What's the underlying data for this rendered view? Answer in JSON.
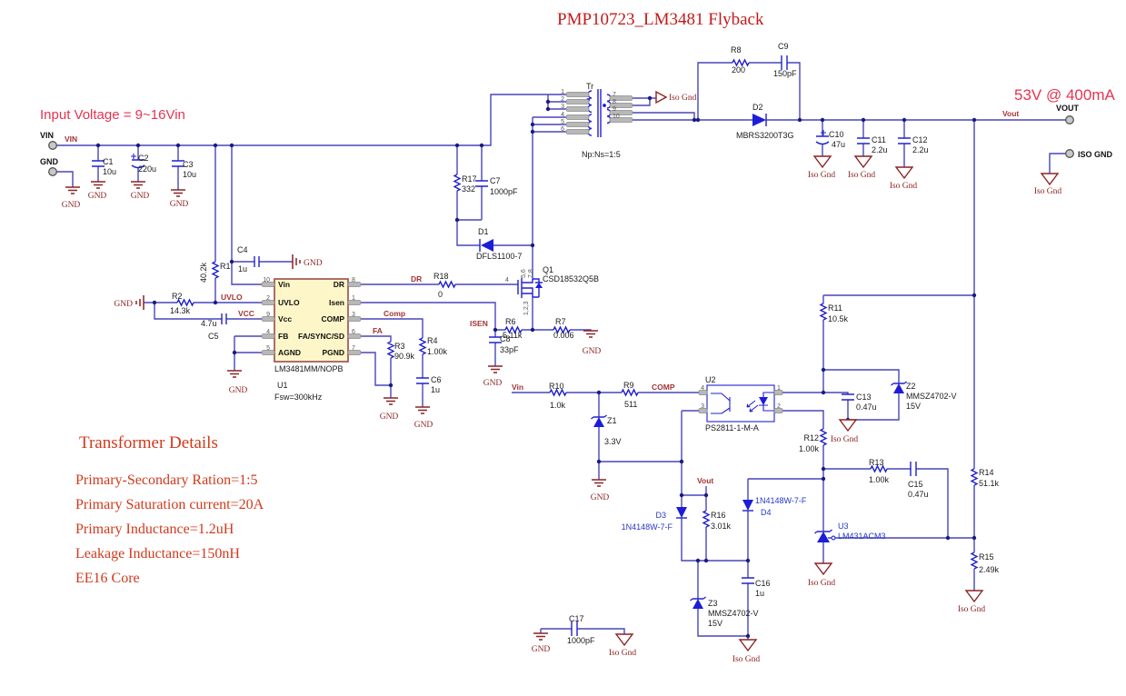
{
  "title": "PMP10723_LM3481 Flyback",
  "notes": {
    "input": "Input Voltage = 9~16Vin",
    "output": "53V @ 400mA",
    "details_heading": "Transformer Details",
    "details": [
      "Primary-Secondary Ration=1:5",
      "Primary Saturation current=20A",
      "Primary Inductance=1.2uH",
      "Leakage Inductance=150nH",
      "EE16 Core"
    ]
  },
  "terminals": {
    "vin": "VIN",
    "gnd": "GND",
    "vout": "VOUT",
    "iso_gnd": "ISO GND"
  },
  "nets": {
    "vin": "VIN",
    "uvlo": "UVLO",
    "vcc": "VCC",
    "comp": "Comp",
    "fa": "FA",
    "dr": "DR",
    "isen": "ISEN",
    "vin_lower": "Vin",
    "comp_upper": "COMP",
    "vout_lower": "Vout"
  },
  "gnd_label": "GND",
  "iso_gnd_label": "Iso Gnd",
  "u1": {
    "ref": "U1",
    "part": "LM3481MM/NOPB",
    "freq": "Fsw=300kHz",
    "left_pins": [
      {
        "n": "10",
        "name": "Vin"
      },
      {
        "n": "2",
        "name": "UVLO"
      },
      {
        "n": "9",
        "name": "Vcc"
      },
      {
        "n": "4",
        "name": "FB"
      },
      {
        "n": "5",
        "name": "AGND"
      }
    ],
    "right_pins": [
      {
        "n": "8",
        "name": "DR"
      },
      {
        "n": "1",
        "name": "Isen"
      },
      {
        "n": "3",
        "name": "COMP"
      },
      {
        "n": "6",
        "name": "FA/SYNC/SD"
      },
      {
        "n": "7",
        "name": "PGND"
      }
    ]
  },
  "u2": {
    "ref": "U2",
    "part": "PS2811-1-M-A",
    "pins": {
      "p4": "4",
      "p3": "3",
      "p1": "1",
      "p2": "2"
    }
  },
  "u3": {
    "ref": "U3",
    "part": "LM431ACM3"
  },
  "q1": {
    "ref": "Q1",
    "part": "CSD18532Q5B",
    "pins": {
      "gate": "4",
      "d1": "5,6",
      "d2": "7,8",
      "s": "1,2,3"
    }
  },
  "tr": {
    "ref": "Tr",
    "ratio": "Np:Ns=1:5",
    "pins_left": [
      "1",
      "2",
      "3",
      "4",
      "5",
      "6"
    ],
    "pins_right": [
      "7",
      "8",
      "9",
      "10"
    ]
  },
  "components": {
    "R1": {
      "ref": "R1",
      "value": "40.2k"
    },
    "R2": {
      "ref": "R2",
      "value": "14.3k"
    },
    "R3": {
      "ref": "R3",
      "value": "90.9k"
    },
    "R4": {
      "ref": "R4",
      "value": "1.00k"
    },
    "R6": {
      "ref": "R6",
      "value": "5.11k"
    },
    "R7": {
      "ref": "R7",
      "value": "0.006"
    },
    "R8": {
      "ref": "R8",
      "value": "200"
    },
    "R9": {
      "ref": "R9",
      "value": "511"
    },
    "R10": {
      "ref": "R10",
      "value": "1.0k"
    },
    "R11": {
      "ref": "R11",
      "value": "10.5k"
    },
    "R12": {
      "ref": "R12",
      "value": "1.00k"
    },
    "R13": {
      "ref": "R13",
      "value": "1.00k"
    },
    "R14": {
      "ref": "R14",
      "value": "51.1k"
    },
    "R15": {
      "ref": "R15",
      "value": "2.49k"
    },
    "R16": {
      "ref": "R16",
      "value": "3.01k"
    },
    "R17": {
      "ref": "R17",
      "value": "332"
    },
    "R18": {
      "ref": "R18",
      "value": "0"
    },
    "C1": {
      "ref": "C1",
      "value": "10u"
    },
    "C2": {
      "ref": "C2",
      "value": "220u"
    },
    "C3": {
      "ref": "C3",
      "value": "10u"
    },
    "C4": {
      "ref": "C4",
      "value": "1u"
    },
    "C5": {
      "ref": "C5",
      "value": "4.7u"
    },
    "C6": {
      "ref": "C6",
      "value": "1u"
    },
    "C7": {
      "ref": "C7",
      "value": "1000pF"
    },
    "C8": {
      "ref": "C8",
      "value": "33pF"
    },
    "C9": {
      "ref": "C9",
      "value": "150pF"
    },
    "C10": {
      "ref": "C10",
      "value": "47u"
    },
    "C11": {
      "ref": "C11",
      "value": "2.2u"
    },
    "C12": {
      "ref": "C12",
      "value": "2.2u"
    },
    "C13": {
      "ref": "C13",
      "value": "0.47u"
    },
    "C15": {
      "ref": "C15",
      "value": "0.47u"
    },
    "C16": {
      "ref": "C16",
      "value": "1u"
    },
    "C17": {
      "ref": "C17",
      "value": "1000pF"
    },
    "D1": {
      "ref": "D1",
      "value": "DFLS1100-7"
    },
    "D2": {
      "ref": "D2",
      "value": "MBRS3200T3G"
    },
    "D3": {
      "ref": "D3",
      "value": "1N4148W-7-F"
    },
    "D4": {
      "ref": "D4",
      "value": "1N4148W-7-F"
    },
    "Z1": {
      "ref": "Z1",
      "value": "3.3V"
    },
    "Z2": {
      "ref": "Z2",
      "value": "MMSZ4702-V",
      "value2": "15V"
    },
    "Z3": {
      "ref": "Z3",
      "value": "MMSZ4702-V",
      "value2": "15V"
    }
  }
}
